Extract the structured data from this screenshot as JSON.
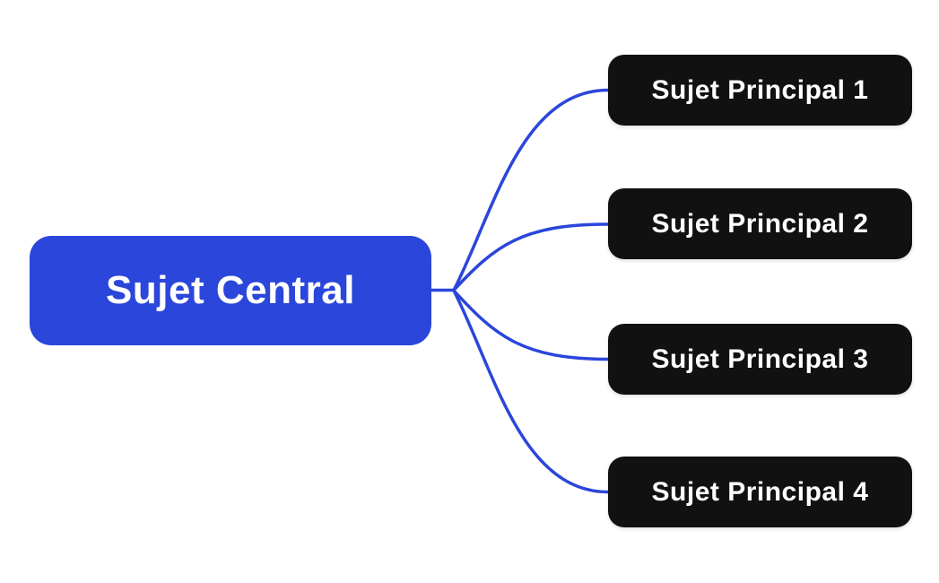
{
  "mindmap": {
    "root": {
      "label": "Sujet Central",
      "bg_color": "#2b46db",
      "text_color": "#ffffff"
    },
    "branches": [
      {
        "label": "Sujet Principal 1"
      },
      {
        "label": "Sujet Principal 2"
      },
      {
        "label": "Sujet Principal 3"
      },
      {
        "label": "Sujet Principal 4"
      }
    ],
    "branch_bg_color": "#111111",
    "branch_text_color": "#ffffff",
    "connector_color": "#2b46db",
    "background_color": "#ffffff"
  }
}
